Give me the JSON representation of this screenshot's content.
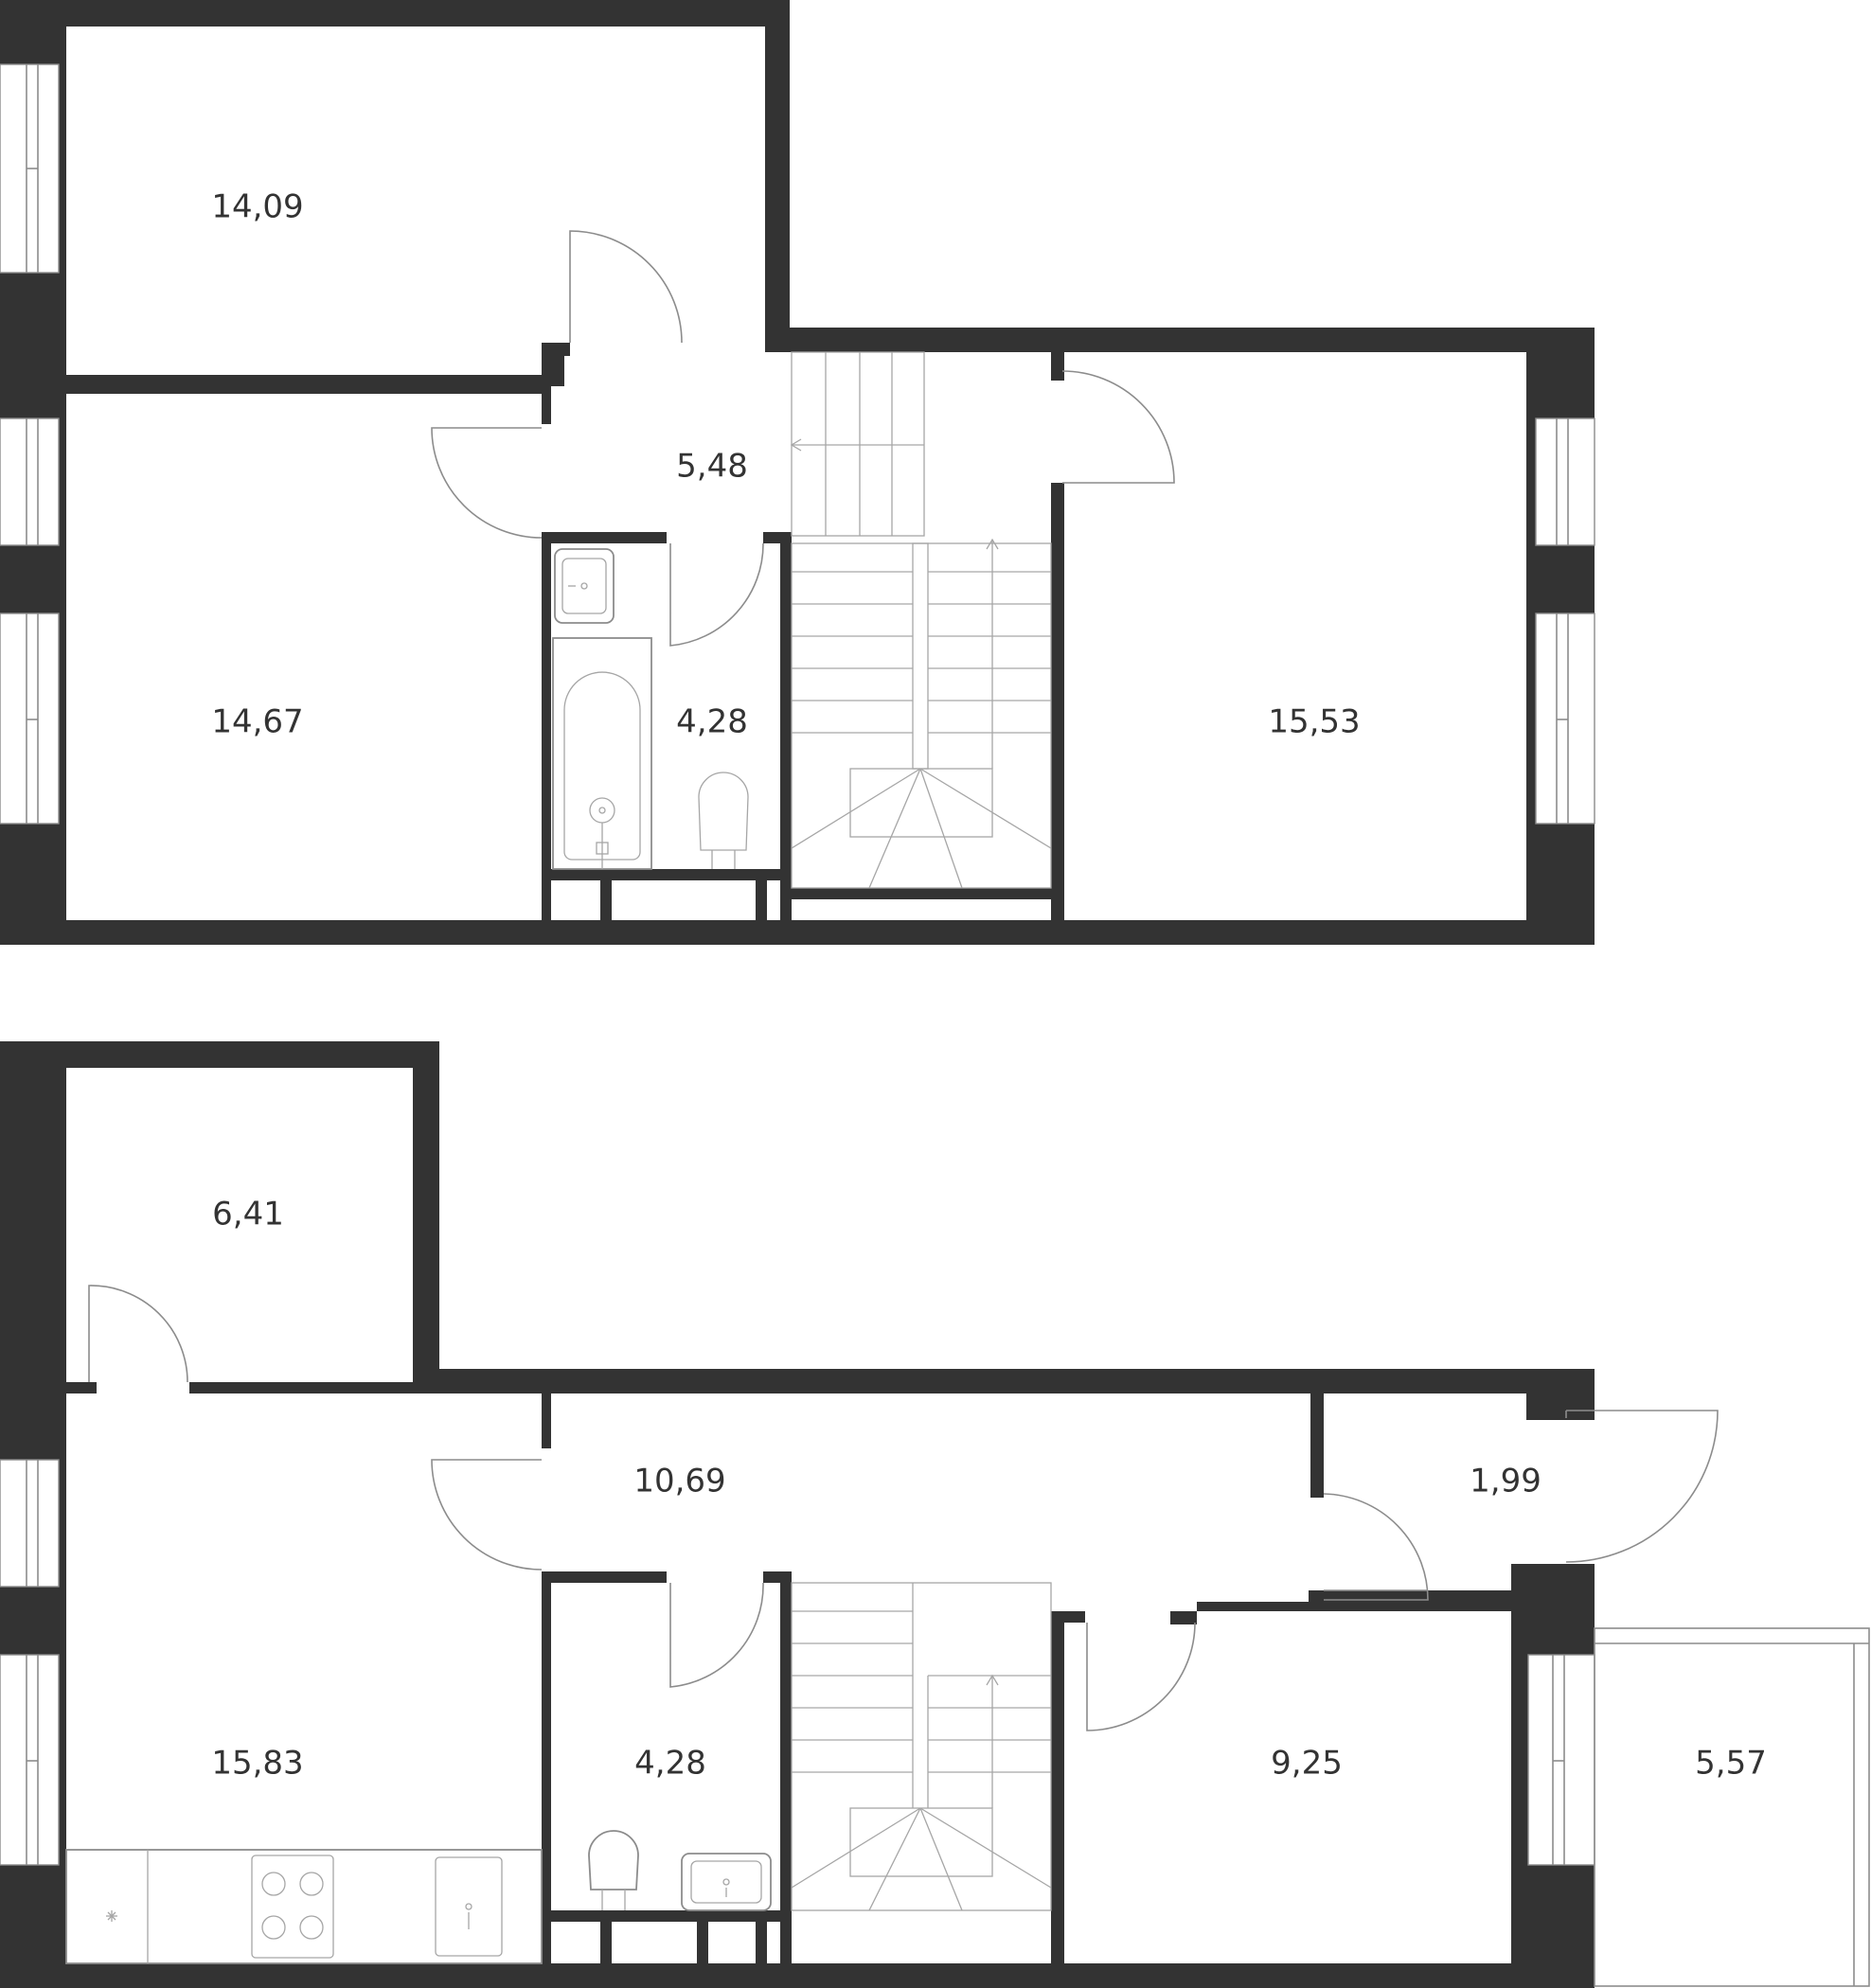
{
  "floors": [
    {
      "level": "upper",
      "rooms": [
        {
          "id": "bedroom-upper-left-top",
          "area": "14,09"
        },
        {
          "id": "bedroom-upper-left-bottom",
          "area": "14,67"
        },
        {
          "id": "hallway-upper",
          "area": "5,48"
        },
        {
          "id": "bathroom-upper",
          "area": "4,28"
        },
        {
          "id": "bedroom-upper-right",
          "area": "15,53"
        }
      ]
    },
    {
      "level": "lower",
      "rooms": [
        {
          "id": "storage-lower",
          "area": "6,41"
        },
        {
          "id": "corridor-lower",
          "area": "10,69"
        },
        {
          "id": "closet-lower",
          "area": "1,99"
        },
        {
          "id": "kitchen-living-lower",
          "area": "15,83"
        },
        {
          "id": "bathroom-lower",
          "area": "4,28"
        },
        {
          "id": "bedroom-lower",
          "area": "9,25"
        },
        {
          "id": "balcony-lower",
          "area": "5,57"
        }
      ]
    }
  ],
  "colors": {
    "wall": "#333333",
    "line": "#8c8c8c",
    "text": "#333333"
  }
}
